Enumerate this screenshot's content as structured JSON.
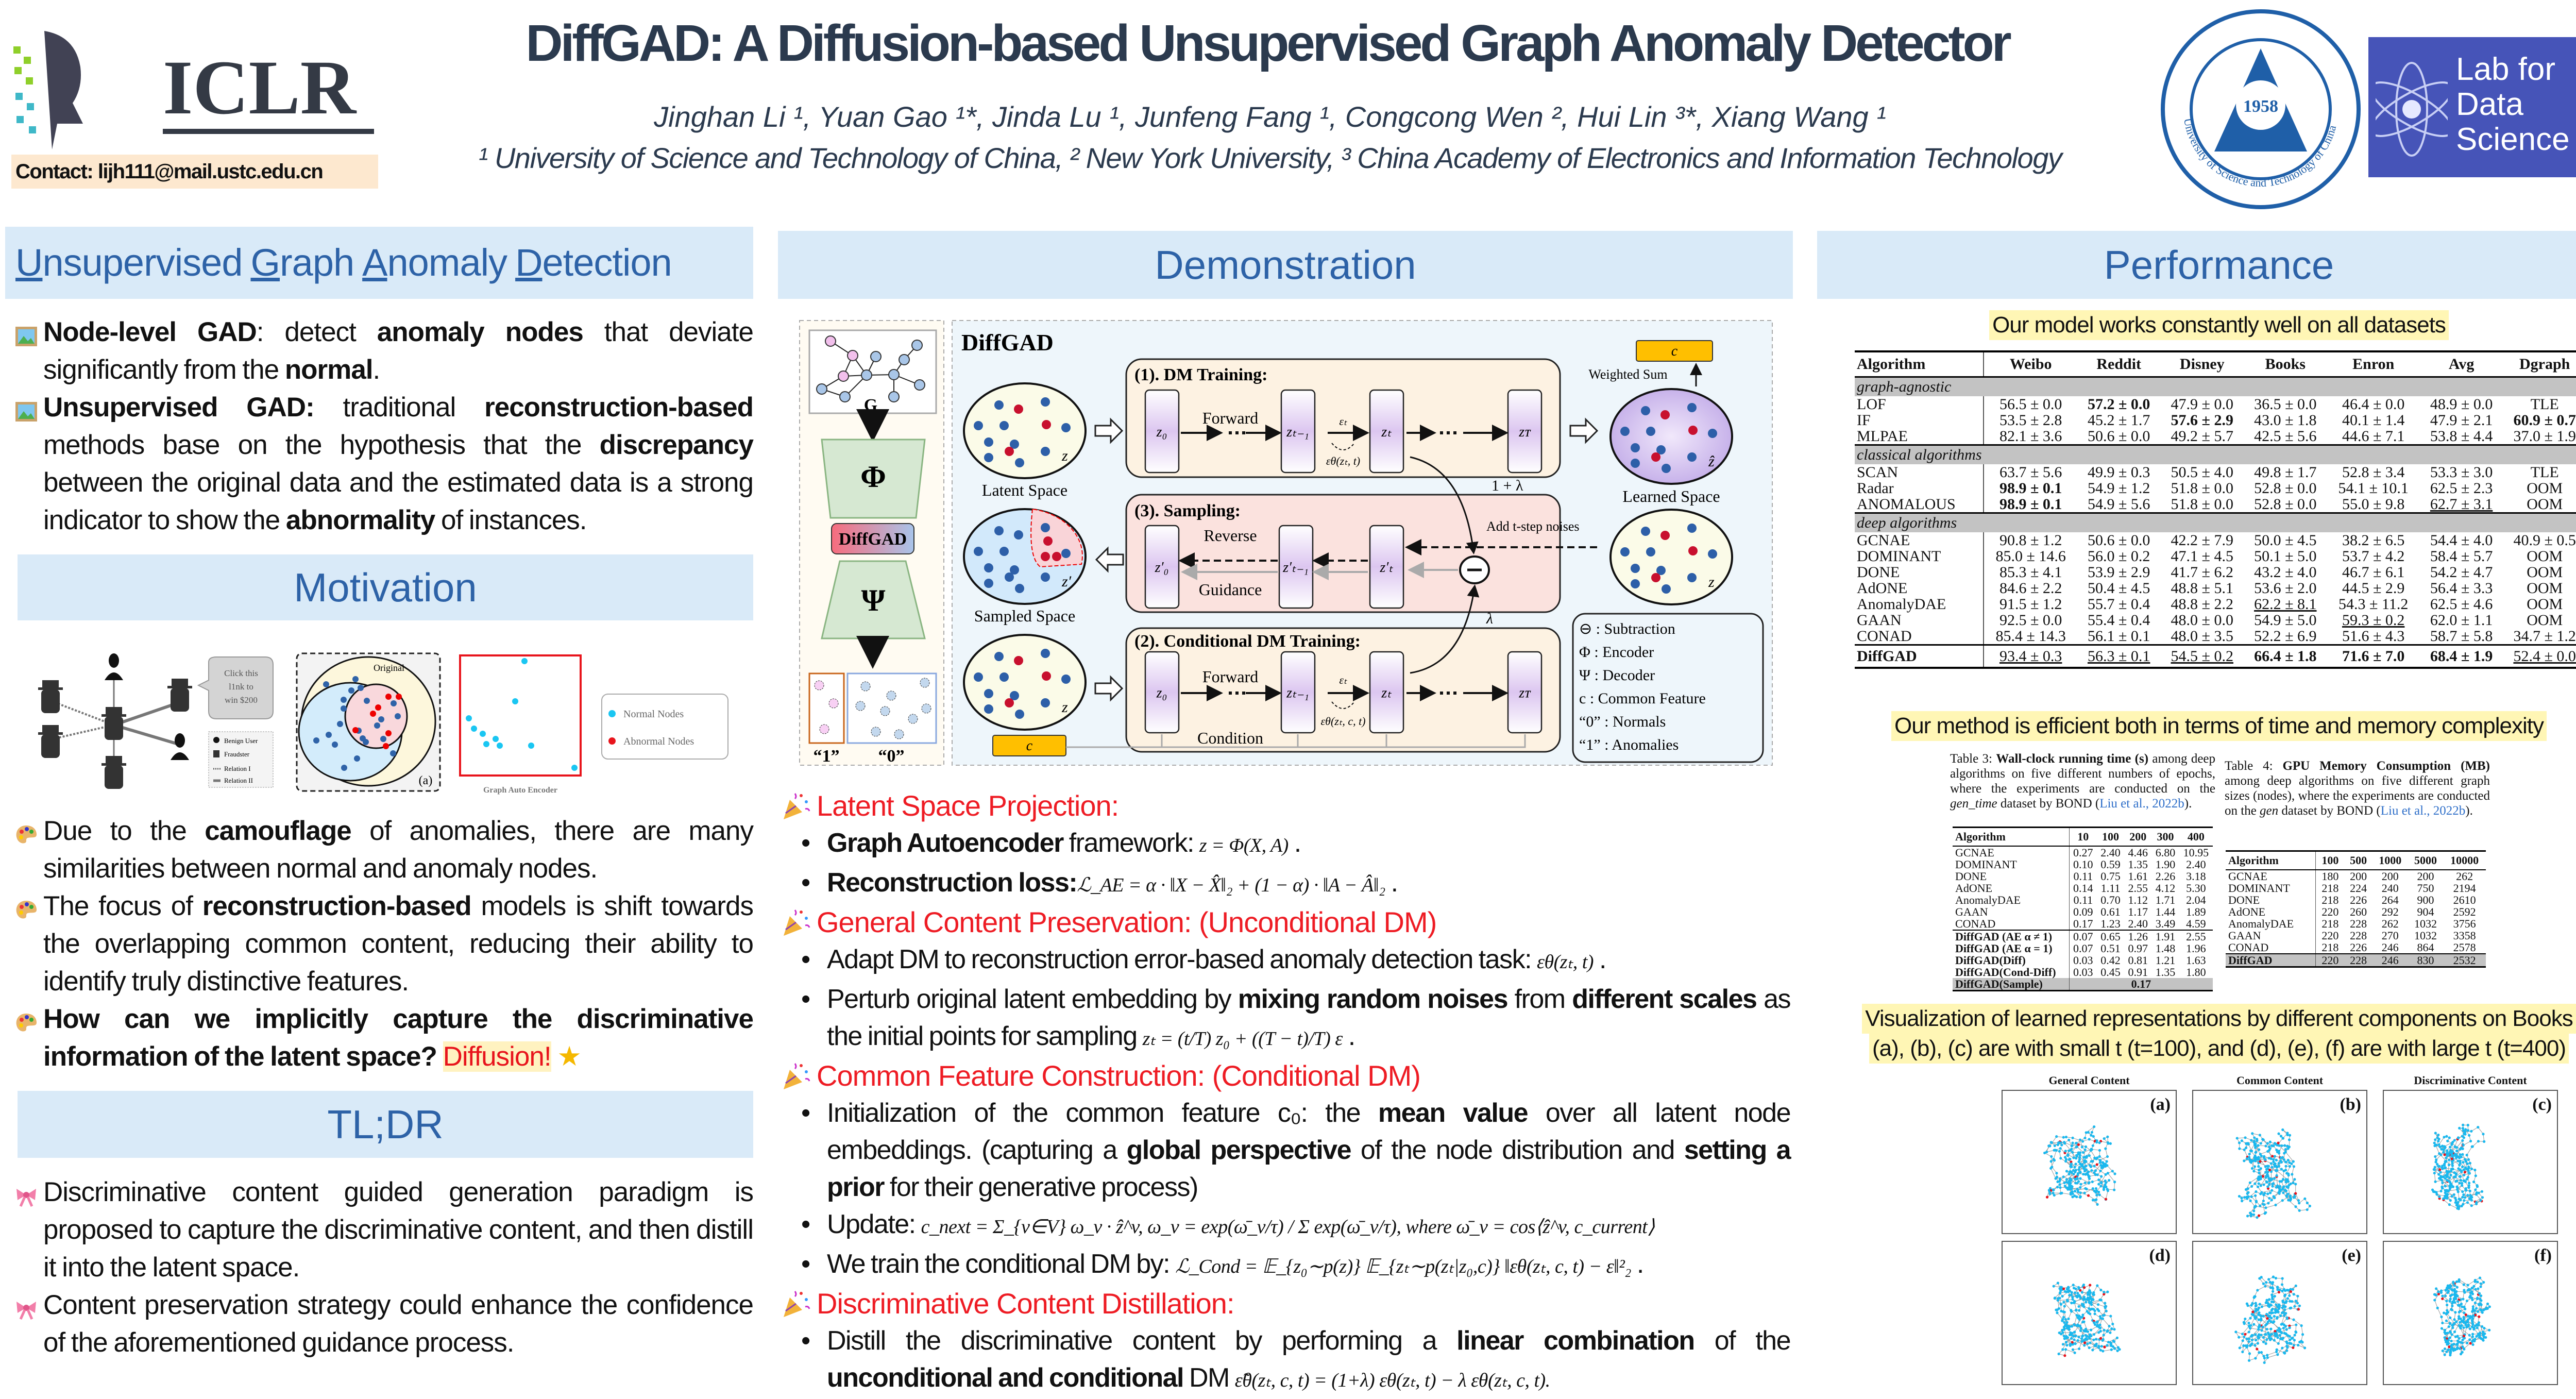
{
  "header": {
    "conference_logo": "ICLR",
    "title": "DiffGAD: A Diffusion-based Unsupervised Graph Anomaly Detector",
    "authors": "Jinghan Li ¹, Yuan Gao ¹*, Jinda Lu ¹, Junfeng Fang ¹, Congcong Wen ², Hui Lin ³*, Xiang Wang ¹",
    "affiliations": "¹ University of Science and Technology of China, ² New York University, ³ China Academy of Electronics and Information Technology",
    "contact": "Contact: lijh111@mail.ustc.edu.cn",
    "seal_year": "1958",
    "seal_text": "University of Science and Technology of China",
    "lab_logo": [
      "Lab for",
      "Data",
      "Science"
    ],
    "colors": {
      "title": "#2b3a4e",
      "lab_bg": "#4654b8",
      "seal": "#1f5fa8"
    }
  },
  "left": {
    "ugad": {
      "title_words": [
        "Unsupervised",
        "Graph",
        "Anomaly",
        "Detection"
      ],
      "icon": "framed-picture-icon",
      "items": [
        [
          {
            "t": "Node-level GAD",
            "b": true
          },
          {
            "t": ": detect "
          },
          {
            "t": "anomaly nodes",
            "b": true
          },
          {
            "t": " that deviate significantly from the "
          },
          {
            "t": "normal",
            "b": true
          },
          {
            "t": "."
          }
        ],
        [
          {
            "t": "Unsupervised GAD:",
            "b": true
          },
          {
            "t": " traditional "
          },
          {
            "t": "reconstruction-based",
            "b": true
          },
          {
            "t": " methods base on the hypothesis that the "
          },
          {
            "t": "discrepancy",
            "b": true
          },
          {
            "t": " between the original data and the estimated data is a strong indicator to show the "
          },
          {
            "t": "abnormality",
            "b": true
          },
          {
            "t": " of instances."
          }
        ]
      ]
    },
    "motivation": {
      "title": "Motivation",
      "icon": "palette-icon",
      "figure": {
        "bubble": [
          "Click this",
          "l1nk to",
          "win $200"
        ],
        "legend": [
          "Benign User",
          "Fraudster",
          "Relation I",
          "Relation II"
        ],
        "venn_label": "Original",
        "panel_label": "(a)",
        "gae_label": "Graph Auto Encoder",
        "node_legend": [
          "Normal Nodes",
          "Abnormal Nodes"
        ]
      },
      "items": [
        [
          {
            "t": "Due to the "
          },
          {
            "t": "camouflage",
            "b": true
          },
          {
            "t": " of anomalies, there are many similarities between normal and anomaly nodes."
          }
        ],
        [
          {
            "t": "The focus of "
          },
          {
            "t": "reconstruction-based",
            "b": true
          },
          {
            "t": " models is shift towards the overlapping common content, reducing their ability to identify truly distinctive features."
          }
        ],
        [
          {
            "t": "How can we implicitly capture the discriminative information of the latent space?",
            "b": true
          },
          {
            "t": " "
          },
          {
            "t": "Diffusion!",
            "hl": true
          },
          {
            "t": " ★",
            "star": true
          }
        ]
      ]
    },
    "tldr": {
      "title": "TL;DR",
      "icon": "ribbon-icon",
      "items": [
        [
          {
            "t": "Discriminative content guided generation paradigm is proposed to capture the discriminative content, and then distill it into the latent space."
          }
        ],
        [
          {
            "t": "Content preservation strategy could enhance the confidence of the aforementioned guidance process."
          }
        ]
      ]
    }
  },
  "middle": {
    "title": "Demonstration",
    "diagram": {
      "name": "DiffGAD",
      "graph_label": "G",
      "encoder": "Φ",
      "decoder": "Ψ",
      "badge": "DiffGAD",
      "out_labels": [
        "“1”",
        "“0”"
      ],
      "latent_space": "Latent Space",
      "learned_space": "Learned Space",
      "sampled_space": "Sampled Space",
      "z": "z",
      "z_hat": "ẑ",
      "z_prime": "z′",
      "panel1": "(1). DM Training:",
      "panel2": "(2). Conditional DM Training:",
      "panel3": "(3). Sampling:",
      "forward": "Forward",
      "reverse": "Reverse",
      "guidance": "Guidance",
      "condition": "Condition",
      "cols": [
        "z₀",
        "zₜ₋₁",
        "zₜ",
        "zᴛ"
      ],
      "cols_prime": [
        "z′₀",
        "z′ₜ₋₁",
        "z′ₜ"
      ],
      "eps_t": "εₜ",
      "eps_theta": "εθ(zₜ, t)",
      "eps_theta_c": "εθ(zₜ, c, t)",
      "weighted_sum": "Weighted Sum",
      "c": "c",
      "one_plus_lambda": "1 + λ",
      "lambda": "λ",
      "add_noise": "Add  t-step noises",
      "legend": [
        "⊖ : Subtraction",
        "Φ  : Encoder",
        "Ψ  : Decoder",
        "c  : Common Feature",
        "“0” : Normals",
        "“1” : Anomalies"
      ],
      "colors": {
        "normal": "#2d5fa8",
        "anomaly": "#c8102e",
        "c_box": "#ffbf00",
        "panel1": "#fdf2e2",
        "panel3": "#fbe2de",
        "main_bg": "#eef6fb"
      }
    },
    "sections": [
      {
        "title": "Latent Space Projection:",
        "items": [
          [
            {
              "t": "Graph Autoencoder",
              "b": true
            },
            {
              "t": " framework: "
            },
            {
              "t": "z = Φ(X, A)",
              "m": true
            },
            {
              "t": " ."
            }
          ],
          [
            {
              "t": "Reconstruction loss:",
              "b": true
            },
            {
              "t": "ℒ_AE = α · ‖X − X̂‖₂ + (1 − α) · ‖A − Â‖₂",
              "m": true
            },
            {
              "t": "  ."
            }
          ]
        ]
      },
      {
        "title": "General Content Preservation: (Unconditional DM)",
        "items": [
          [
            {
              "t": "Adapt DM to reconstruction error-based anomaly detection task: "
            },
            {
              "t": "εθ(zₜ, t)",
              "m": true
            },
            {
              "t": " ."
            }
          ],
          [
            {
              "t": "Perturb original latent embedding by "
            },
            {
              "t": "mixing random noises",
              "b": true
            },
            {
              "t": " from "
            },
            {
              "t": "different scales",
              "b": true
            },
            {
              "t": " as the initial points for sampling "
            },
            {
              "t": "zₜ = (t/T) z₀ + ((T − t)/T) ε",
              "m": true
            },
            {
              "t": " ."
            }
          ]
        ]
      },
      {
        "title": "Common Feature Construction: (Conditional DM)",
        "items": [
          [
            {
              "t": "Initialization of the common feature c₀: the "
            },
            {
              "t": "mean value",
              "b": true
            },
            {
              "t": " over all latent node embeddings. (capturing a "
            },
            {
              "t": "global perspective",
              "b": true
            },
            {
              "t": " of the node distribution and "
            },
            {
              "t": "setting a prior",
              "b": true
            },
            {
              "t": " for their generative process)"
            }
          ],
          [
            {
              "t": "Update: "
            },
            {
              "t": "c_next = Σ_{v∈V} ω_v · ẑ^v,   ω_v = exp(ω̄_v/τ) / Σ exp(ω̄_v/τ), where ω̄_v = cos⟨ẑ^v, c_current⟩",
              "m": true
            }
          ],
          [
            {
              "t": "We train the conditional DM by: "
            },
            {
              "t": "ℒ_Cond = 𝔼_{z₀∼p(z)} 𝔼_{zₜ∼p(zₜ|z₀,c)} ‖εθ(zₜ, c, t) − ε‖²₂",
              "m": true
            },
            {
              "t": "  ."
            }
          ]
        ]
      },
      {
        "title": "Discriminative Content Distillation:",
        "items": [
          [
            {
              "t": "Distill the discriminative content by performing a "
            },
            {
              "t": "linear combination",
              "b": true
            },
            {
              "t": " of the "
            },
            {
              "t": "unconditional and conditional",
              "b": true
            },
            {
              "t": " DM "
            },
            {
              "t": "ε̃θ(zₜ, c, t) = (1+λ) εθ(zₜ, t) − λ εθ(zₜ, c, t).",
              "m": true
            }
          ]
        ]
      }
    ],
    "icon": "party-popper-icon"
  },
  "right": {
    "title": "Performance",
    "caption1": "Our model works constantly well on all datasets",
    "perf_table": {
      "headers": [
        "Algorithm",
        "Weibo",
        "Reddit",
        "Disney",
        "Books",
        "Enron",
        "Avg",
        "Dgraph"
      ],
      "groups": [
        {
          "label": "graph-agnostic",
          "rows": [
            {
              "name": "LOF",
              "values": [
                "56.5 ± 0.0",
                "57.2 ± 0.0",
                "47.9 ± 0.0",
                "36.5 ± 0.0",
                "46.4 ± 0.0",
                "48.9 ± 0.0",
                "TLE"
              ],
              "bold": [
                1
              ],
              "underline": []
            },
            {
              "name": "IF",
              "values": [
                "53.5 ± 2.8",
                "45.2 ± 1.7",
                "57.6 ± 2.9",
                "43.0 ± 1.8",
                "40.1 ± 1.4",
                "47.9 ± 2.1",
                "60.9 ± 0.7"
              ],
              "bold": [
                2,
                6
              ],
              "underline": []
            },
            {
              "name": "MLPAE",
              "values": [
                "82.1 ± 3.6",
                "50.6 ± 0.0",
                "49.2 ± 5.7",
                "42.5 ± 5.6",
                "44.6 ± 7.1",
                "53.8 ± 4.4",
                "37.0 ± 1.9"
              ],
              "bold": [],
              "underline": []
            }
          ]
        },
        {
          "label": "classical algorithms",
          "rows": [
            {
              "name": "SCAN",
              "values": [
                "63.7 ± 5.6",
                "49.9 ± 0.3",
                "50.5 ± 4.0",
                "49.8 ± 1.7",
                "52.8 ± 3.4",
                "53.3 ± 3.0",
                "TLE"
              ],
              "bold": [],
              "underline": []
            },
            {
              "name": "Radar",
              "values": [
                "98.9 ± 0.1",
                "54.9 ± 1.2",
                "51.8 ± 0.0",
                "52.8 ± 0.0",
                "54.1 ± 10.1",
                "62.5 ± 2.3",
                "OOM"
              ],
              "bold": [
                0
              ],
              "underline": []
            },
            {
              "name": "ANOMALOUS",
              "values": [
                "98.9 ± 0.1",
                "54.9 ± 5.6",
                "51.8 ± 0.0",
                "52.8 ± 0.0",
                "55.0 ± 9.8",
                "62.7 ± 3.1",
                "OOM"
              ],
              "bold": [
                0
              ],
              "underline": [
                5
              ]
            }
          ]
        },
        {
          "label": "deep algorithms",
          "rows": [
            {
              "name": "GCNAE",
              "values": [
                "90.8 ± 1.2",
                "50.6 ± 0.0",
                "42.2 ± 7.9",
                "50.0 ± 4.5",
                "38.2 ± 6.5",
                "54.4 ± 4.0",
                "40.9 ± 0.5"
              ],
              "bold": [],
              "underline": []
            },
            {
              "name": "DOMINANT",
              "values": [
                "85.0 ± 14.6",
                "56.0 ± 0.2",
                "47.1 ± 4.5",
                "50.1 ± 5.0",
                "53.7 ± 4.2",
                "58.4 ± 5.7",
                "OOM"
              ],
              "bold": [],
              "underline": []
            },
            {
              "name": "DONE",
              "values": [
                "85.3 ± 4.1",
                "53.9 ± 2.9",
                "41.7 ± 6.2",
                "43.2 ± 4.0",
                "46.7 ± 6.1",
                "54.2 ± 4.7",
                "OOM"
              ],
              "bold": [],
              "underline": []
            },
            {
              "name": "AdONE",
              "values": [
                "84.6 ± 2.2",
                "50.4 ± 4.5",
                "48.8 ± 5.1",
                "53.6 ± 2.0",
                "44.5 ± 2.9",
                "56.4 ± 3.3",
                "OOM"
              ],
              "bold": [],
              "underline": []
            },
            {
              "name": "AnomalyDAE",
              "values": [
                "91.5 ± 1.2",
                "55.7 ± 0.4",
                "48.8 ± 2.2",
                "62.2 ± 8.1",
                "54.3 ± 11.2",
                "62.5 ± 4.6",
                "OOM"
              ],
              "bold": [],
              "underline": [
                3
              ]
            },
            {
              "name": "GAAN",
              "values": [
                "92.5 ± 0.0",
                "55.4 ± 0.4",
                "48.0 ± 0.0",
                "54.9 ± 5.0",
                "59.3 ± 0.2",
                "62.0 ± 1.1",
                "OOM"
              ],
              "bold": [],
              "underline": [
                4
              ]
            },
            {
              "name": "CONAD",
              "values": [
                "85.4 ± 14.3",
                "56.1 ± 0.1",
                "48.0 ± 3.5",
                "52.2 ± 6.9",
                "51.6 ± 4.3",
                "58.7 ± 5.8",
                "34.7 ± 1.2"
              ],
              "bold": [],
              "underline": []
            }
          ]
        }
      ],
      "final": {
        "name": "DiffGAD",
        "values": [
          "93.4 ± 0.3",
          "56.3 ± 0.1",
          "54.5 ± 0.2",
          "66.4 ± 1.8",
          "71.6 ± 7.0",
          "68.4 ± 1.9",
          "52.4 ± 0.0"
        ],
        "bold": [
          3,
          4,
          5
        ],
        "underline": [
          0,
          1,
          2,
          6
        ]
      }
    },
    "caption2": "Our method is efficient both in terms of time and memory complexity",
    "table3": {
      "caption": [
        {
          "t": "Table 3: "
        },
        {
          "t": "Wall-clock running time (s)",
          "b": true
        },
        {
          "t": " among deep algorithms on five different numbers of epochs, where the experiments are conducted on the "
        },
        {
          "t": "gen_time",
          "i": true
        },
        {
          "t": " dataset by BOND ("
        },
        {
          "t": "Liu et al., 2022b",
          "l": true
        },
        {
          "t": ")."
        }
      ],
      "headers": [
        "Algorithm",
        "10",
        "100",
        "200",
        "300",
        "400"
      ],
      "rows": [
        [
          "GCNAE",
          "0.27",
          "2.40",
          "4.46",
          "6.80",
          "10.95"
        ],
        [
          "DOMINANT",
          "0.10",
          "0.59",
          "1.35",
          "1.90",
          "2.40"
        ],
        [
          "DONE",
          "0.11",
          "0.75",
          "1.61",
          "2.26",
          "3.18"
        ],
        [
          "AdONE",
          "0.14",
          "1.11",
          "2.55",
          "4.12",
          "5.30"
        ],
        [
          "AnomalyDAE",
          "0.11",
          "0.70",
          "1.12",
          "1.71",
          "2.04"
        ],
        [
          "GAAN",
          "0.09",
          "0.61",
          "1.17",
          "1.44",
          "1.89"
        ],
        [
          "CONAD",
          "0.17",
          "1.23",
          "2.40",
          "3.49",
          "4.59"
        ]
      ],
      "ours": [
        [
          "DiffGAD (AE α ≠ 1)",
          "0.07",
          "0.65",
          "1.26",
          "1.91",
          "2.55"
        ],
        [
          "DiffGAD (AE α = 1)",
          "0.07",
          "0.51",
          "0.97",
          "1.48",
          "1.96"
        ],
        [
          "DiffGAD(Diff)",
          "0.03",
          "0.42",
          "0.81",
          "1.21",
          "1.63"
        ],
        [
          "DiffGAD(Cond-Diff)",
          "0.03",
          "0.45",
          "0.91",
          "1.35",
          "1.80"
        ]
      ],
      "sample": [
        "DiffGAD(Sample)",
        "0.17"
      ]
    },
    "table4": {
      "caption": [
        {
          "t": "Table 4: "
        },
        {
          "t": "GPU Memory Consumption (MB)",
          "b": true
        },
        {
          "t": " among deep algorithms on five different graph sizes (nodes), where the experiments are conducted on the "
        },
        {
          "t": "gen",
          "i": true
        },
        {
          "t": " dataset by BOND ("
        },
        {
          "t": "Liu et al., 2022b",
          "l": true
        },
        {
          "t": ")."
        }
      ],
      "headers": [
        "Algorithm",
        "100",
        "500",
        "1000",
        "5000",
        "10000"
      ],
      "rows": [
        [
          "GCNAE",
          "180",
          "200",
          "200",
          "200",
          "262"
        ],
        [
          "DOMINANT",
          "218",
          "224",
          "240",
          "750",
          "2194"
        ],
        [
          "DONE",
          "218",
          "226",
          "264",
          "900",
          "2610"
        ],
        [
          "AdONE",
          "220",
          "260",
          "292",
          "904",
          "2592"
        ],
        [
          "AnomalyDAE",
          "218",
          "228",
          "262",
          "1032",
          "3756"
        ],
        [
          "GAAN",
          "220",
          "228",
          "270",
          "1032",
          "3358"
        ],
        [
          "CONAD",
          "218",
          "226",
          "246",
          "864",
          "2578"
        ]
      ],
      "ours": [
        "DiffGAD",
        "220",
        "228",
        "246",
        "830",
        "2532"
      ]
    },
    "viz_caption": [
      "Visualization of learned representations by different components on Books",
      "(a), (b), (c) are with small t (t=100), and (d), (e), (f) are with large t (t=400)"
    ],
    "viz_titles": [
      "General Content",
      "Common Content",
      "Discriminative Content"
    ],
    "viz_labels": [
      "(a)",
      "(b)",
      "(c)",
      "(d)",
      "(e)",
      "(f)"
    ],
    "colors": {
      "normal": "#1ab8ee",
      "anomaly": "#e8141c",
      "edge": "#999999"
    }
  }
}
